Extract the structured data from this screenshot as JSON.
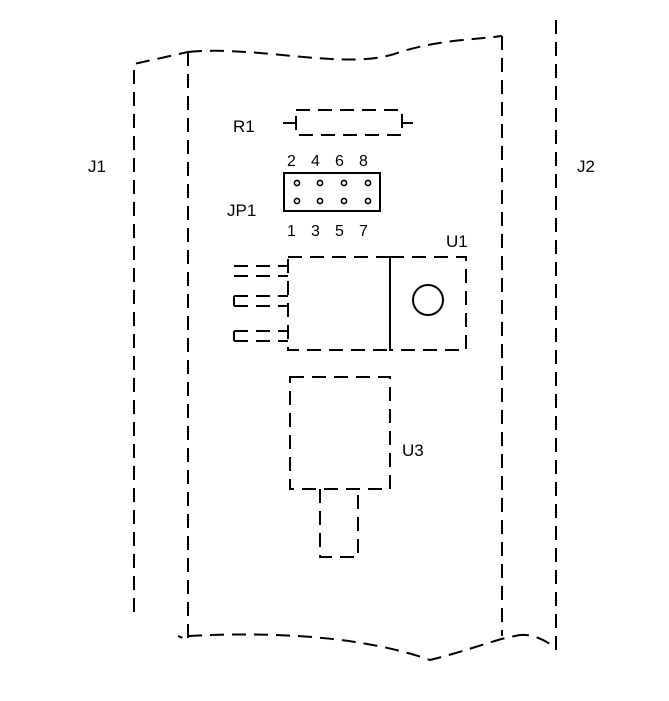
{
  "labels": {
    "j1": "J1",
    "j2": "J2",
    "r1": "R1",
    "jp1": "JP1",
    "u1": "U1",
    "u3": "U3"
  },
  "jp1_pins": {
    "top": [
      "2",
      "4",
      "6",
      "8"
    ],
    "bottom": [
      "1",
      "3",
      "5",
      "7"
    ]
  },
  "colors": {
    "line": "#000000",
    "background": "#ffffff"
  }
}
